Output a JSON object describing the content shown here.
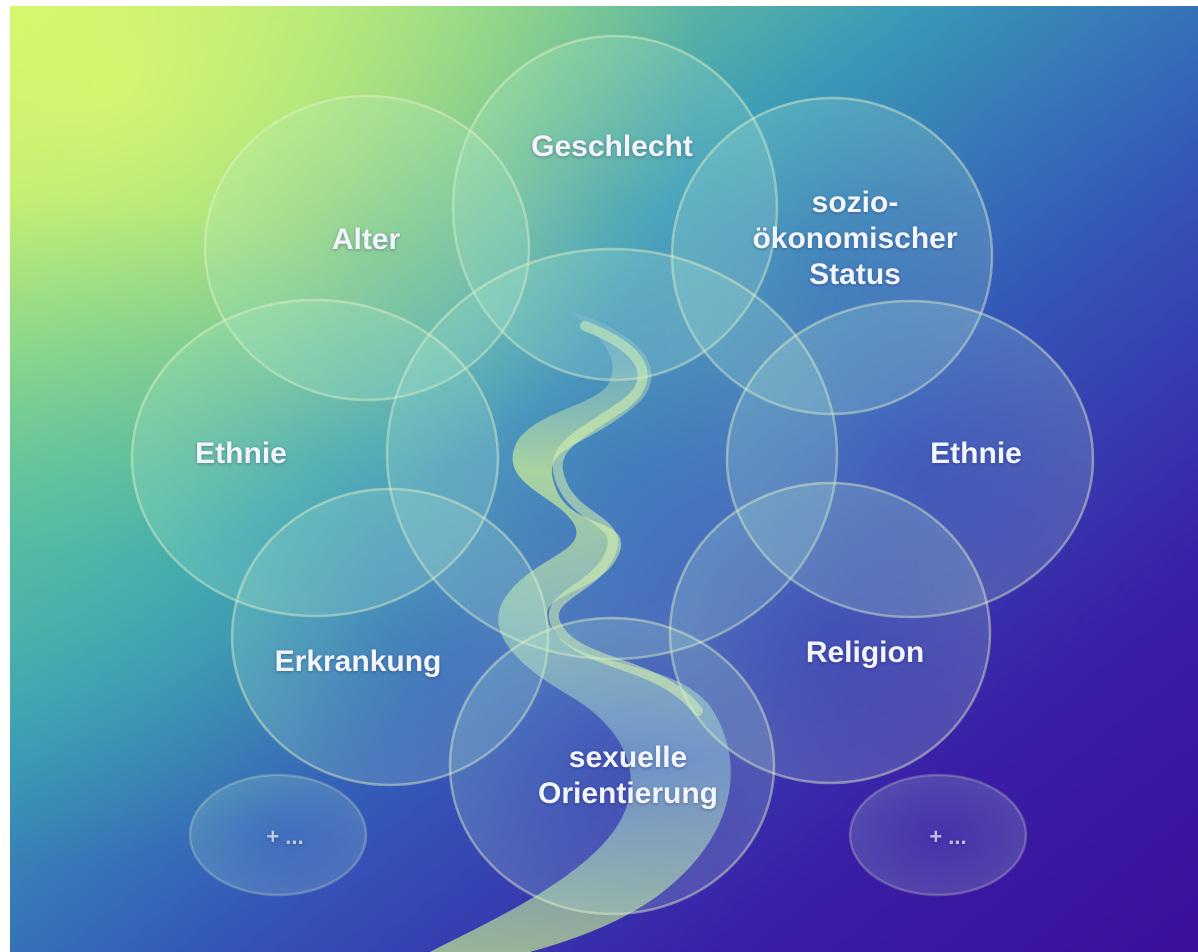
{
  "circles": [
    {
      "id": "geschlecht",
      "label": "Geschlecht"
    },
    {
      "id": "alter",
      "label": "Alter"
    },
    {
      "id": "sozio",
      "label": "sozio-\nökonomischer\nStatus"
    },
    {
      "id": "ethnie-left",
      "label": "Ethnie"
    },
    {
      "id": "ethnie-right",
      "label": "Ethnie"
    },
    {
      "id": "erkrankung",
      "label": "Erkrankung"
    },
    {
      "id": "religion",
      "label": "Religion"
    },
    {
      "id": "sexuelle-orientierung",
      "label": "sexuelle\nOrientierung"
    },
    {
      "id": "more-left",
      "label": "+ ..."
    },
    {
      "id": "more-right",
      "label": "+ ..."
    }
  ],
  "colors": {
    "background_top_left": "#c9ef6a",
    "background_mid": "#3a8fb8",
    "background_bottom_right": "#3b0fa0",
    "stream": "#b9e58a",
    "circle_stroke": "#e6f2c8"
  }
}
